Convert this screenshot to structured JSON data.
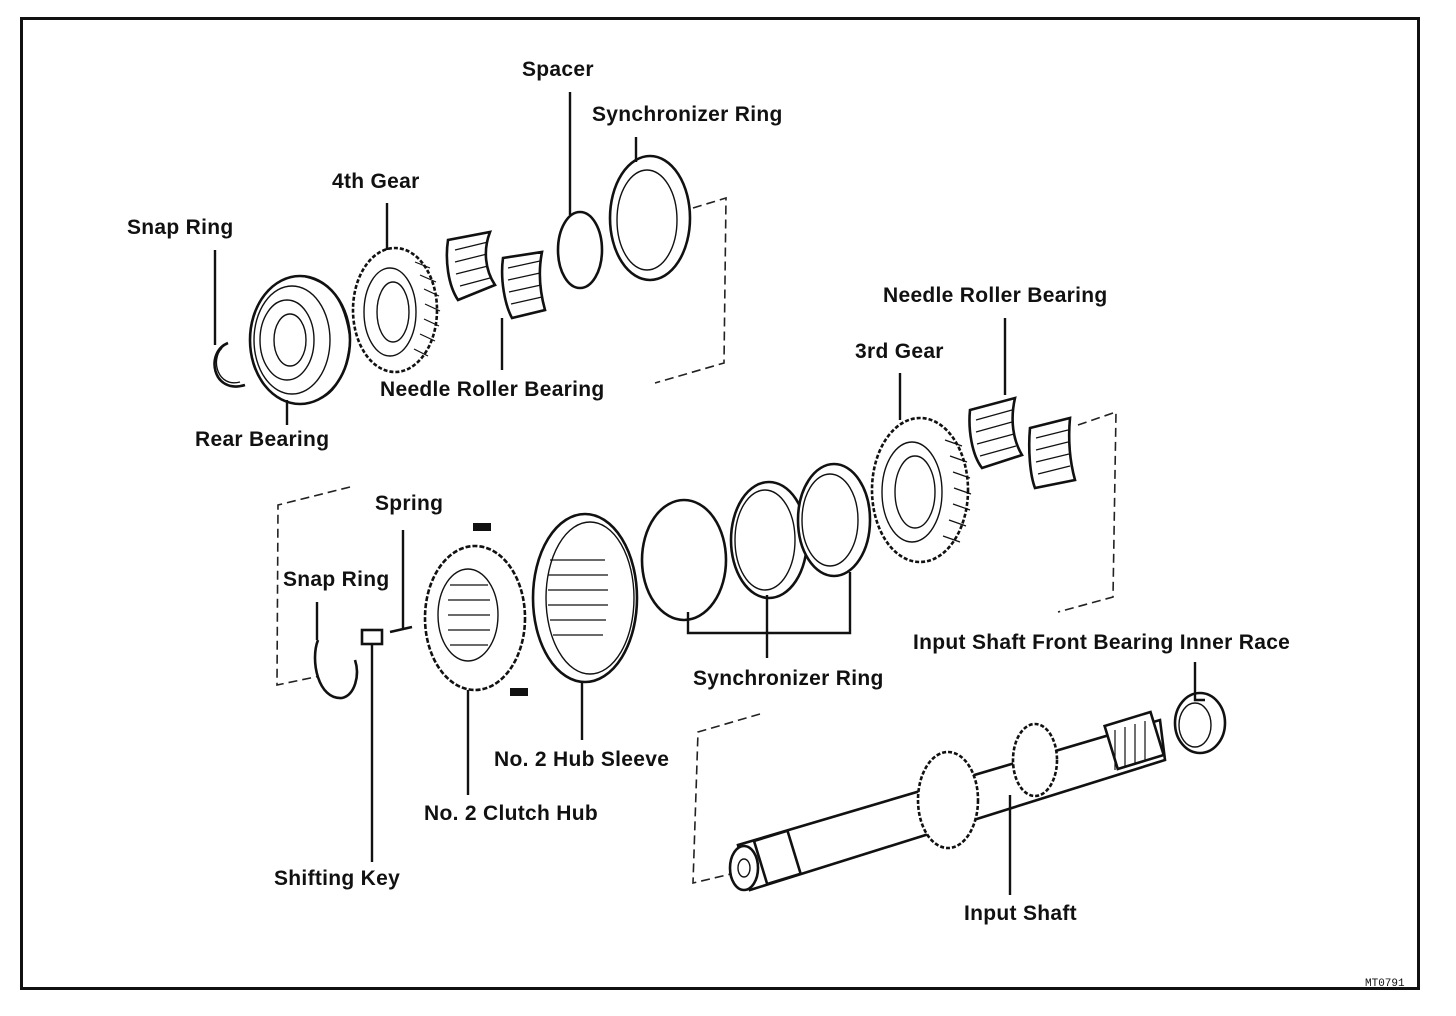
{
  "figure": {
    "code": "MT0791",
    "labels": {
      "spacer": "Spacer",
      "sync_ring_top": "Synchronizer Ring",
      "fourth_gear": "4th Gear",
      "snap_ring_top": "Snap Ring",
      "needle_bearing_top": "Needle Roller Bearing",
      "rear_bearing": "Rear Bearing",
      "needle_bearing_right": "Needle Roller Bearing",
      "third_gear": "3rd Gear",
      "spring": "Spring",
      "snap_ring_mid": "Snap Ring",
      "sync_ring_mid": "Synchronizer Ring",
      "input_race": "Input Shaft Front Bearing Inner Race",
      "hub_sleeve": "No. 2 Hub Sleeve",
      "clutch_hub": "No. 2 Clutch Hub",
      "shifting_key": "Shifting Key",
      "input_shaft": "Input Shaft"
    }
  }
}
